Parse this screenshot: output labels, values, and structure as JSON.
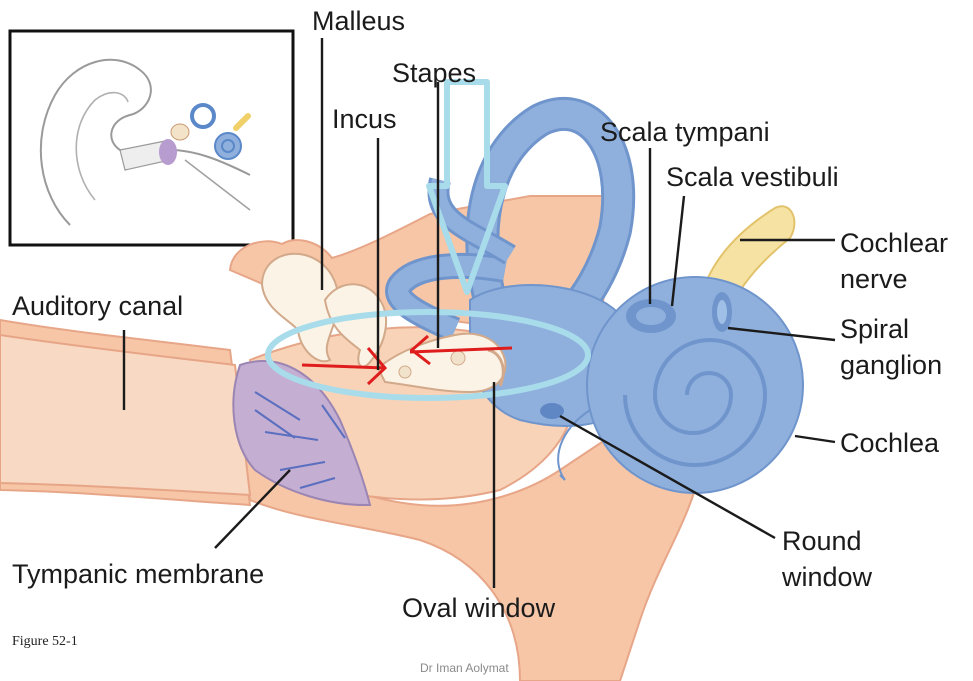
{
  "labels": {
    "malleus": "Malleus",
    "stapes": "Stapes",
    "incus": "Incus",
    "scala_tympani": "Scala tympani",
    "scala_vestibuli": "Scala vestibuli",
    "cochlear_nerve_1": "Cochlear",
    "cochlear_nerve_2": "nerve",
    "spiral_ganglion_1": "Spiral",
    "spiral_ganglion_2": "ganglion",
    "cochlea": "Cochlea",
    "auditory_canal": "Auditory canal",
    "round_window_1": "Round",
    "round_window_2": "window",
    "tympanic_membrane": "Tympanic membrane",
    "oval_window": "Oval window"
  },
  "caption": "Figure 52-1",
  "credit": "Dr Iman Aolymat",
  "colors": {
    "tissue": "#f6c6a6",
    "tissue_dark": "#e8a688",
    "bone": "#fbf3e6",
    "membrane": "#c4aed2",
    "labyrinth": "#8fb0dd",
    "labyrinth_dark": "#6f95cc",
    "nerve": "#f6e3a4",
    "annotation_arrow": "#a9dcea",
    "annotation_red": "#e01d1d"
  }
}
